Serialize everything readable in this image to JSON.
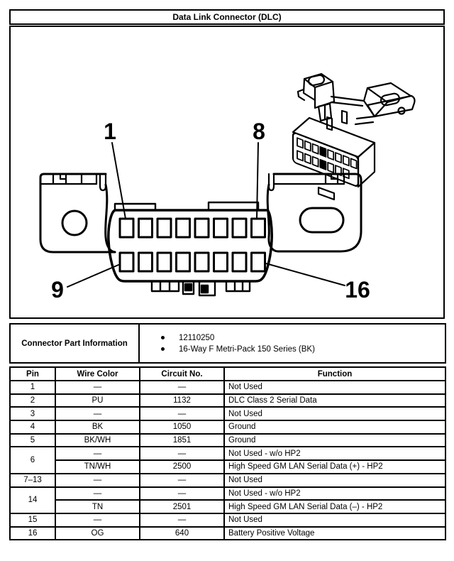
{
  "page": {
    "title": "Data Link Connector (DLC)"
  },
  "diagram": {
    "description": "16-way data link connector front view with isometric view",
    "pin_labels": {
      "top_left": "1",
      "top_right": "8",
      "bottom_left": "9",
      "bottom_right": "16"
    }
  },
  "part_info": {
    "label": "Connector Part Information",
    "bullets": [
      "12110250",
      "16-Way F Metri-Pack 150 Series (BK)"
    ]
  },
  "pin_table": {
    "headers": [
      "Pin",
      "Wire Color",
      "Circuit No.",
      "Function"
    ],
    "rows": [
      {
        "cells": [
          {
            "text": "1"
          },
          {
            "text": "—"
          },
          {
            "text": "—"
          },
          {
            "text": "Not Used"
          }
        ]
      },
      {
        "cells": [
          {
            "text": "2"
          },
          {
            "text": "PU"
          },
          {
            "text": "1132"
          },
          {
            "text": "DLC Class 2 Serial Data"
          }
        ]
      },
      {
        "cells": [
          {
            "text": "3"
          },
          {
            "text": "—"
          },
          {
            "text": "—"
          },
          {
            "text": "Not Used"
          }
        ]
      },
      {
        "cells": [
          {
            "text": "4"
          },
          {
            "text": "BK"
          },
          {
            "text": "1050"
          },
          {
            "text": "Ground"
          }
        ]
      },
      {
        "cells": [
          {
            "text": "5"
          },
          {
            "text": "BK/WH"
          },
          {
            "text": "1851"
          },
          {
            "text": "Ground"
          }
        ]
      },
      {
        "cells": [
          {
            "text": "6",
            "rowspan": 2
          },
          {
            "text": "—"
          },
          {
            "text": "—"
          },
          {
            "text": "Not Used - w/o HP2"
          }
        ]
      },
      {
        "cells": [
          {
            "text": "TN/WH"
          },
          {
            "text": "2500"
          },
          {
            "text": "High Speed GM LAN Serial Data (+) - HP2"
          }
        ]
      },
      {
        "cells": [
          {
            "text": "7–13"
          },
          {
            "text": "—"
          },
          {
            "text": "—"
          },
          {
            "text": "Not Used"
          }
        ]
      },
      {
        "cells": [
          {
            "text": "14",
            "rowspan": 2
          },
          {
            "text": "—"
          },
          {
            "text": "—"
          },
          {
            "text": "Not Used - w/o HP2"
          }
        ]
      },
      {
        "cells": [
          {
            "text": "TN"
          },
          {
            "text": "2501"
          },
          {
            "text": "High Speed GM LAN Serial Data (–) - HP2"
          }
        ]
      },
      {
        "cells": [
          {
            "text": "15"
          },
          {
            "text": "—"
          },
          {
            "text": "—"
          },
          {
            "text": "Not Used"
          }
        ]
      },
      {
        "cells": [
          {
            "text": "16"
          },
          {
            "text": "OG"
          },
          {
            "text": "640"
          },
          {
            "text": "Battery Positive Voltage"
          }
        ]
      }
    ]
  }
}
